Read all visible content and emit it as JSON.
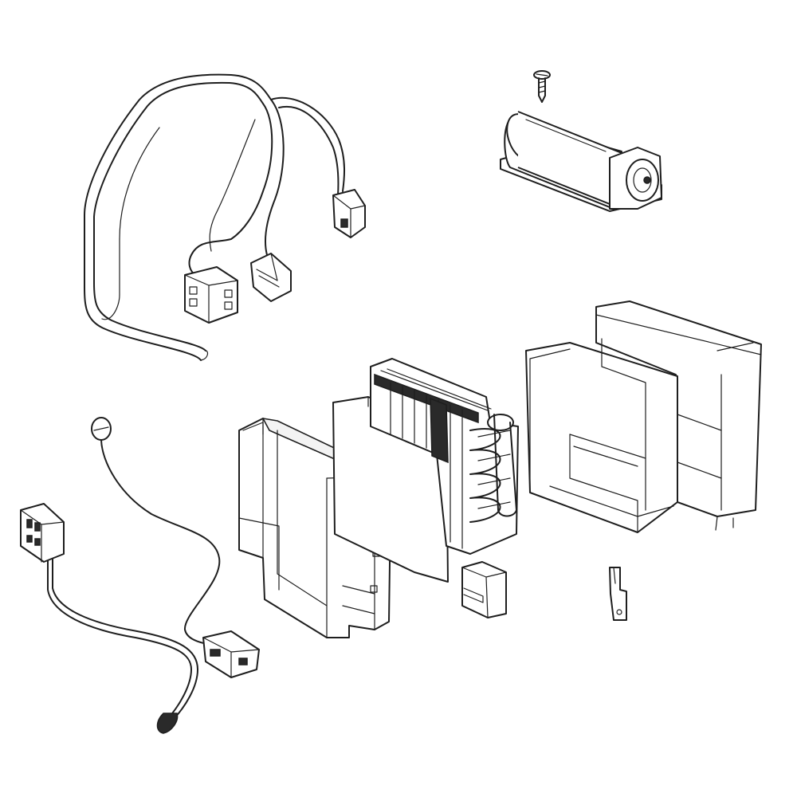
{
  "diagram": {
    "style": "exploded-view line drawing",
    "colors": {
      "line": "#1e1e1e",
      "background": "#ffffff",
      "fill": "#ffffff",
      "shade": "#f3f3f3"
    },
    "parts": [
      {
        "id": "defrost-heater-harness",
        "icon": "wire-harness-icon"
      },
      {
        "id": "mounting-screw",
        "icon": "screw-icon"
      },
      {
        "id": "evaporator-fan-motor",
        "icon": "motor-icon"
      },
      {
        "id": "evaporator-cover",
        "icon": "housing-icon"
      },
      {
        "id": "temperature-sensor",
        "icon": "sensor-icon"
      },
      {
        "id": "front-frame",
        "icon": "frame-icon"
      },
      {
        "id": "insulation-panel",
        "icon": "panel-icon"
      },
      {
        "id": "evaporator-coil",
        "icon": "coil-icon"
      },
      {
        "id": "foam-block",
        "icon": "foam-icon"
      },
      {
        "id": "mounting-clip",
        "icon": "clip-icon"
      }
    ]
  }
}
